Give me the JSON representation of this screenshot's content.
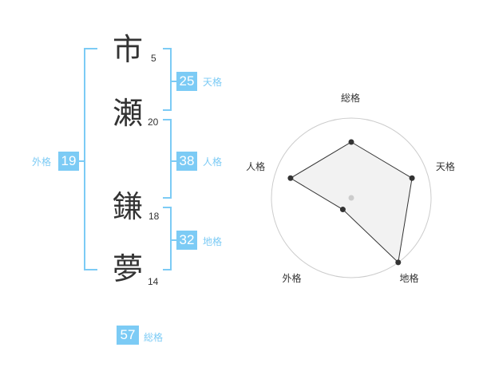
{
  "accent_color": "#7ccbf5",
  "chars": [
    {
      "char": "市",
      "strokes": "5"
    },
    {
      "char": "瀬",
      "strokes": "20"
    },
    {
      "char": "鎌",
      "strokes": "18"
    },
    {
      "char": "夢",
      "strokes": "14"
    }
  ],
  "fortunes": {
    "tenkaku": {
      "value": "25",
      "label": "天格"
    },
    "jinkaku": {
      "value": "38",
      "label": "人格"
    },
    "chikaku": {
      "value": "32",
      "label": "地格"
    },
    "gaikaku": {
      "value": "19",
      "label": "外格"
    },
    "soukaku": {
      "value": "57",
      "label": "総格"
    }
  },
  "chart_data": {
    "type": "radar",
    "axes": [
      "総格",
      "天格",
      "地格",
      "外格",
      "人格"
    ],
    "values": [
      0.7,
      0.8,
      1.0,
      0.18,
      0.8
    ],
    "range": [
      0,
      1
    ],
    "rings": 5,
    "fill_color": "#f0f0f0",
    "line_color": "#333333",
    "ring_color": "#cccccc"
  }
}
